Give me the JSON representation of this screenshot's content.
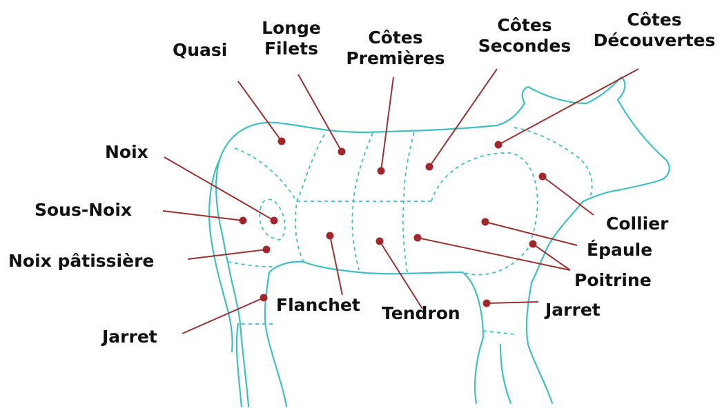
{
  "colors": {
    "outline": "#3fbfbf",
    "leader": "#9a3030",
    "dot": "#a0282c",
    "text": "#111111"
  },
  "labels": {
    "quasi": "Quasi",
    "longe_line1": "Longe",
    "longe_line2": "Filets",
    "cotes_premieres_line1": "Côtes",
    "cotes_premieres_line2": "Premières",
    "cotes_secondes_line1": "Côtes",
    "cotes_secondes_line2": "Secondes",
    "cotes_decouvertes_line1": "Côtes",
    "cotes_decouvertes_line2": "Découvertes",
    "noix": "Noix",
    "sous_noix": "Sous-Noix",
    "noix_patissiere": "Noix pâtissière",
    "jarret_left": "Jarret",
    "flanchet": "Flanchet",
    "tendron": "Tendron",
    "jarret_right": "Jarret",
    "collier": "Collier",
    "epaule": "Épaule",
    "poitrine": "Poitrine"
  }
}
